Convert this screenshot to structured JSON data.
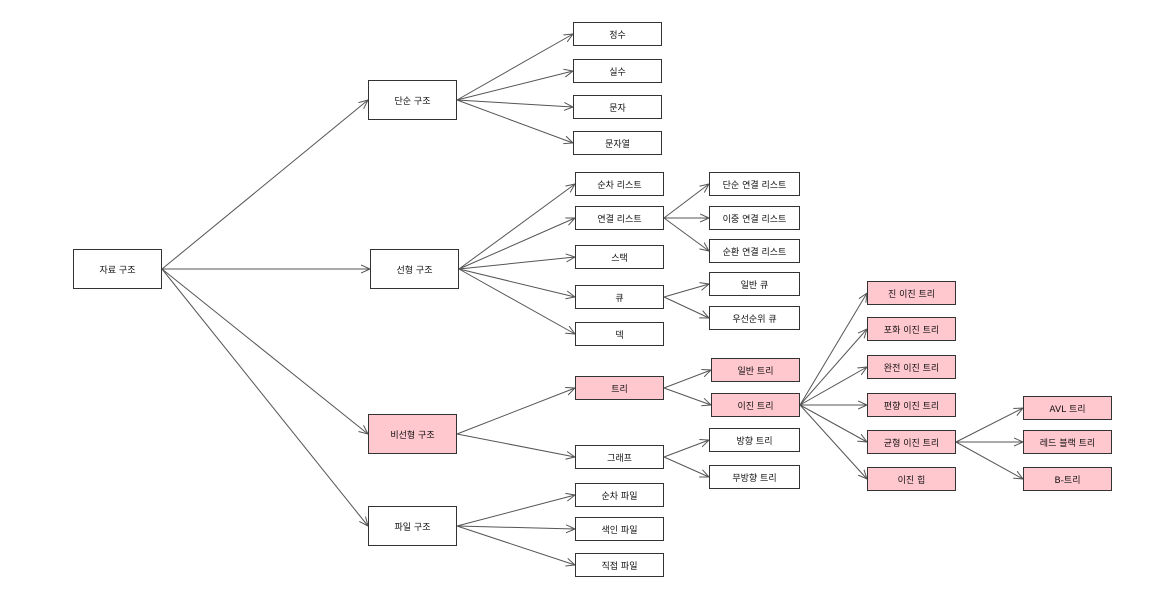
{
  "colors": {
    "highlight": "#ffc7ce",
    "default": "#ffffff",
    "line": "#555555"
  },
  "nodes": [
    {
      "id": "root",
      "label": "자료 구조",
      "highlight": false
    },
    {
      "id": "simple",
      "label": "단순 구조",
      "highlight": false
    },
    {
      "id": "linear",
      "label": "선형 구조",
      "highlight": false
    },
    {
      "id": "nonlinear",
      "label": "비선형 구조",
      "highlight": true
    },
    {
      "id": "file",
      "label": "파일 구조",
      "highlight": false
    },
    {
      "id": "int",
      "label": "정수",
      "highlight": false
    },
    {
      "id": "real",
      "label": "실수",
      "highlight": false
    },
    {
      "id": "char",
      "label": "문자",
      "highlight": false
    },
    {
      "id": "string",
      "label": "문자열",
      "highlight": false
    },
    {
      "id": "seqlist",
      "label": "순차 리스트",
      "highlight": false
    },
    {
      "id": "linkedlist",
      "label": "연결 리스트",
      "highlight": false
    },
    {
      "id": "stack",
      "label": "스택",
      "highlight": false
    },
    {
      "id": "queue",
      "label": "큐",
      "highlight": false
    },
    {
      "id": "deque",
      "label": "덱",
      "highlight": false
    },
    {
      "id": "sll",
      "label": "단순 연결 리스트",
      "highlight": false
    },
    {
      "id": "dll",
      "label": "이중 연결 리스트",
      "highlight": false
    },
    {
      "id": "cll",
      "label": "순환 연결 리스트",
      "highlight": false
    },
    {
      "id": "normq",
      "label": "일반 큐",
      "highlight": false
    },
    {
      "id": "prioq",
      "label": "우선순위 큐",
      "highlight": false
    },
    {
      "id": "tree",
      "label": "트리",
      "highlight": true
    },
    {
      "id": "graph",
      "label": "그래프",
      "highlight": false
    },
    {
      "id": "gentree",
      "label": "일반 트리",
      "highlight": true
    },
    {
      "id": "bintree",
      "label": "이진 트리",
      "highlight": true
    },
    {
      "id": "dirtree",
      "label": "방향 트리",
      "highlight": false
    },
    {
      "id": "undirtree",
      "label": "무방향 트리",
      "highlight": false
    },
    {
      "id": "truebt",
      "label": "진 이진 트리",
      "highlight": true
    },
    {
      "id": "satbt",
      "label": "포화 이진 트리",
      "highlight": true
    },
    {
      "id": "compbt",
      "label": "완전 이진 트리",
      "highlight": true
    },
    {
      "id": "skewbt",
      "label": "편향 이진 트리",
      "highlight": true
    },
    {
      "id": "balbt",
      "label": "균형 이진 트리",
      "highlight": true
    },
    {
      "id": "heap",
      "label": "이진 힙",
      "highlight": true
    },
    {
      "id": "avl",
      "label": "AVL 트리",
      "highlight": true
    },
    {
      "id": "rbt",
      "label": "레드 블랙 트리",
      "highlight": true
    },
    {
      "id": "btree",
      "label": "B-트리",
      "highlight": true
    },
    {
      "id": "seqfile",
      "label": "순차 파일",
      "highlight": false
    },
    {
      "id": "idxfile",
      "label": "색인 파일",
      "highlight": false
    },
    {
      "id": "dirfile",
      "label": "직접 파일",
      "highlight": false
    }
  ],
  "edges": [
    [
      "root",
      "simple"
    ],
    [
      "root",
      "linear"
    ],
    [
      "root",
      "nonlinear"
    ],
    [
      "root",
      "file"
    ],
    [
      "simple",
      "int"
    ],
    [
      "simple",
      "real"
    ],
    [
      "simple",
      "char"
    ],
    [
      "simple",
      "string"
    ],
    [
      "linear",
      "seqlist"
    ],
    [
      "linear",
      "linkedlist"
    ],
    [
      "linear",
      "stack"
    ],
    [
      "linear",
      "queue"
    ],
    [
      "linear",
      "deque"
    ],
    [
      "linkedlist",
      "sll"
    ],
    [
      "linkedlist",
      "dll"
    ],
    [
      "linkedlist",
      "cll"
    ],
    [
      "queue",
      "normq"
    ],
    [
      "queue",
      "prioq"
    ],
    [
      "nonlinear",
      "tree"
    ],
    [
      "nonlinear",
      "graph"
    ],
    [
      "tree",
      "gentree"
    ],
    [
      "tree",
      "bintree"
    ],
    [
      "graph",
      "dirtree"
    ],
    [
      "graph",
      "undirtree"
    ],
    [
      "bintree",
      "truebt"
    ],
    [
      "bintree",
      "satbt"
    ],
    [
      "bintree",
      "compbt"
    ],
    [
      "bintree",
      "skewbt"
    ],
    [
      "bintree",
      "balbt"
    ],
    [
      "bintree",
      "heap"
    ],
    [
      "balbt",
      "avl"
    ],
    [
      "balbt",
      "rbt"
    ],
    [
      "balbt",
      "btree"
    ],
    [
      "file",
      "seqfile"
    ],
    [
      "file",
      "idxfile"
    ],
    [
      "file",
      "dirfile"
    ]
  ]
}
